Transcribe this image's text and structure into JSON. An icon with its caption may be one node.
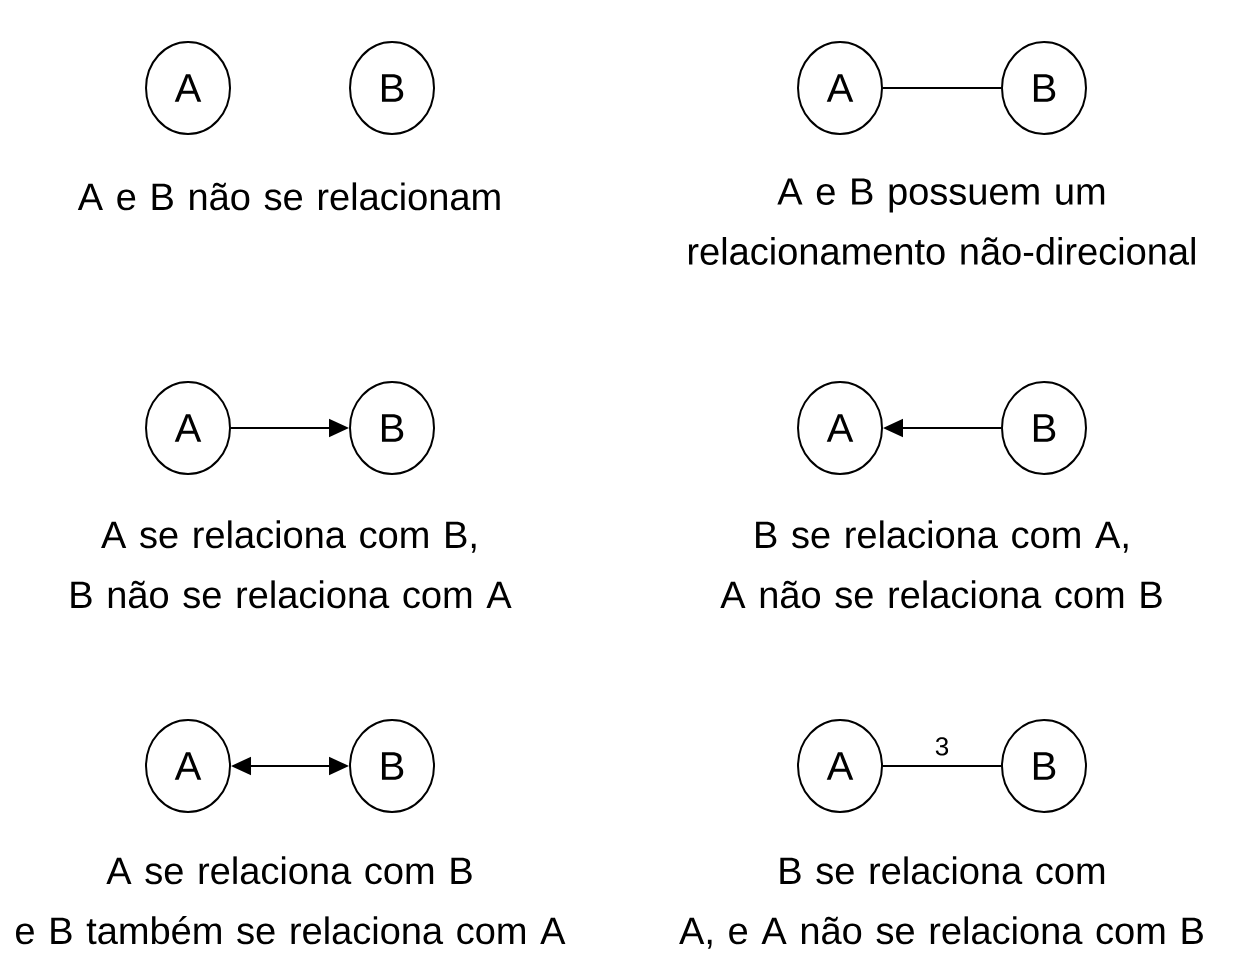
{
  "diagram": {
    "nodes": [
      {
        "text": [
          "A"
        ]
      },
      {
        "text": [
          "B"
        ]
      },
      {
        "text": [
          "A"
        ]
      },
      {
        "text": [
          "B"
        ]
      },
      {
        "text": [
          "A"
        ]
      },
      {
        "text": [
          "B"
        ]
      },
      {
        "text": [
          "A"
        ]
      },
      {
        "text": [
          "B"
        ]
      },
      {
        "text": [
          "A"
        ]
      },
      {
        "text": [
          "B"
        ]
      },
      {
        "text": [
          "A"
        ]
      },
      {
        "text": [
          "B"
        ]
      }
    ],
    "edges": [
      {
        "from": 2,
        "to": 3,
        "arrow": "none"
      },
      {
        "from": 4,
        "to": 5,
        "arrow": "to"
      },
      {
        "from": 7,
        "to": 6,
        "arrow": "to"
      },
      {
        "from": 8,
        "to": 9,
        "arrow": "both"
      },
      {
        "from": 10,
        "to": 11,
        "arrow": "none",
        "label": "3"
      }
    ],
    "labels": [
      "A e B não se relacionam",
      "A e B possuem um relacionamento não-direcional",
      "A se relaciona com B, B não se relaciona com A",
      "B se relaciona com A, A não se relaciona com B",
      "A se relaciona com B e B também se relaciona com A",
      "B se relaciona com A, e A não se relaciona com B"
    ]
  }
}
